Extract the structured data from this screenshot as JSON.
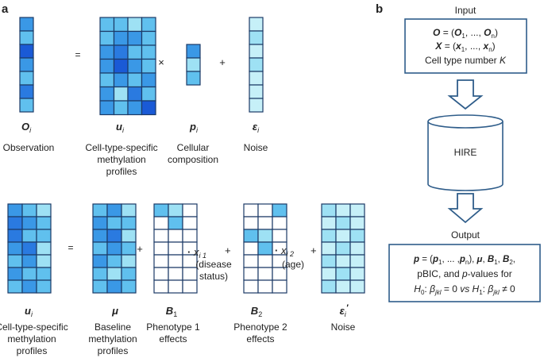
{
  "panels": {
    "a": "a",
    "b": "b"
  },
  "colors": {
    "c0": "#ffffff",
    "c1": "#c6f0f8",
    "c2": "#9ee1f4",
    "c3": "#60c0ee",
    "c4": "#3a98e6",
    "c5": "#2a7ae0",
    "c6": "#1a5ad6",
    "grid": "#1c3a66",
    "flow": "#2f5d8a"
  },
  "top_row": {
    "obs": {
      "symbol": "O",
      "sub": "i",
      "label": "Observation",
      "cells": [
        [
          4
        ],
        [
          3
        ],
        [
          6
        ],
        [
          4
        ],
        [
          3
        ],
        [
          5
        ],
        [
          3
        ]
      ]
    },
    "eq": "=",
    "u": {
      "symbol": "u",
      "sub": "i",
      "label_lines": [
        "Cell-type-specific",
        "methylation",
        "profiles"
      ],
      "cells": [
        [
          3,
          3,
          2,
          3
        ],
        [
          3,
          4,
          4,
          3
        ],
        [
          4,
          5,
          3,
          3
        ],
        [
          4,
          6,
          4,
          3
        ],
        [
          3,
          4,
          3,
          4
        ],
        [
          4,
          2,
          5,
          3
        ],
        [
          4,
          3,
          4,
          6
        ]
      ]
    },
    "times": "×",
    "p": {
      "symbol": "p",
      "sub": "i",
      "label_lines": [
        "Cellular",
        "composition"
      ],
      "cells": [
        [
          4
        ],
        [
          2
        ],
        [
          3
        ]
      ]
    },
    "plus": "+",
    "eps": {
      "symbol": "ε",
      "sub": "i",
      "label": "Noise",
      "cells": [
        [
          1
        ],
        [
          2
        ],
        [
          1
        ],
        [
          2
        ],
        [
          1
        ],
        [
          1
        ],
        [
          1
        ]
      ]
    }
  },
  "bottom_row": {
    "u": {
      "symbol": "u",
      "sub": "i",
      "label_lines": [
        "Cell-type-specific",
        "methylation",
        "profiles"
      ],
      "cells": [
        [
          4,
          3,
          2
        ],
        [
          5,
          4,
          3
        ],
        [
          5,
          3,
          3
        ],
        [
          4,
          5,
          2
        ],
        [
          3,
          4,
          2
        ],
        [
          4,
          3,
          3
        ],
        [
          3,
          4,
          3
        ]
      ]
    },
    "eq": "=",
    "mu": {
      "symbol": "μ",
      "label_lines": [
        "Baseline",
        "methylation",
        "profiles"
      ],
      "cells": [
        [
          3,
          4,
          2
        ],
        [
          4,
          3,
          3
        ],
        [
          4,
          5,
          2
        ],
        [
          3,
          4,
          3
        ],
        [
          4,
          3,
          2
        ],
        [
          3,
          2,
          3
        ],
        [
          3,
          4,
          3
        ]
      ]
    },
    "plus1": "+",
    "B1": {
      "symbol": "B",
      "sub": "1",
      "label_lines": [
        "Phenotype 1",
        "effects"
      ],
      "cells": [
        [
          3,
          2,
          0
        ],
        [
          0,
          3,
          0
        ],
        [
          0,
          0,
          0
        ],
        [
          0,
          0,
          0
        ],
        [
          0,
          0,
          0
        ],
        [
          0,
          0,
          0
        ],
        [
          0,
          0,
          0
        ]
      ]
    },
    "x1": {
      "dot": "·",
      "symbol": "x",
      "sub": "i 1",
      "plus": "+",
      "note_lines": [
        "(disease",
        "status)"
      ]
    },
    "B2": {
      "symbol": "B",
      "sub": "2",
      "label_lines": [
        "Phenotype 2",
        "effects"
      ],
      "cells": [
        [
          0,
          0,
          3
        ],
        [
          0,
          0,
          0
        ],
        [
          3,
          2,
          0
        ],
        [
          0,
          3,
          0
        ],
        [
          0,
          0,
          0
        ],
        [
          0,
          0,
          0
        ],
        [
          0,
          0,
          0
        ]
      ]
    },
    "x2": {
      "dot": "·",
      "symbol": "x",
      "sub": "i 2",
      "plus": "+",
      "note": "(age)"
    },
    "eps": {
      "symbol": "ε",
      "sub": "i",
      "prime": "′",
      "label": "Noise",
      "cells": [
        [
          2,
          1,
          1
        ],
        [
          1,
          2,
          1
        ],
        [
          2,
          1,
          2
        ],
        [
          1,
          2,
          1
        ],
        [
          2,
          1,
          1
        ],
        [
          1,
          2,
          1
        ],
        [
          2,
          1,
          1
        ]
      ]
    }
  },
  "flow": {
    "input_title": "Input",
    "input_line1": {
      "a": "O",
      "b": " = (",
      "c": "O",
      "d": "1",
      "e": ", ..., ",
      "f": "O",
      "g": "n",
      "h": ")"
    },
    "input_line2": {
      "a": "X",
      "b": " = (",
      "c": "x",
      "d": "1",
      "e": ", ..., ",
      "f": "x",
      "g": "n",
      "h": ")"
    },
    "input_line3": {
      "text": "Cell type number ",
      "k": "K"
    },
    "db_label": "HIRE",
    "output_title": "Output",
    "out_line1": {
      "p": "p",
      "eq": " = (",
      "p1": "p",
      "s1": "1",
      "dots": ", ... ,",
      "pn": "p",
      "sn": "n",
      "close": "), ",
      "mu": "μ",
      "c1": ", ",
      "b1": "B",
      "bs1": "1",
      "c2": ", ",
      "b2": "B",
      "bs2": "2",
      "end": ","
    },
    "out_line2": {
      "a": "pBIC, and ",
      "p": "p",
      "b": "-values for"
    },
    "out_line3": {
      "h0": "H",
      "h0s": "0",
      "colon": ": ",
      "beta": "β",
      "jkl": "jkl",
      "eq0": " = 0 ",
      "vs": "vs",
      "h1": " H",
      "h1s": "1",
      "colon2": ": ",
      "beta2": "β",
      "jkl2": "jkl",
      "neq": " ≠ 0"
    }
  }
}
